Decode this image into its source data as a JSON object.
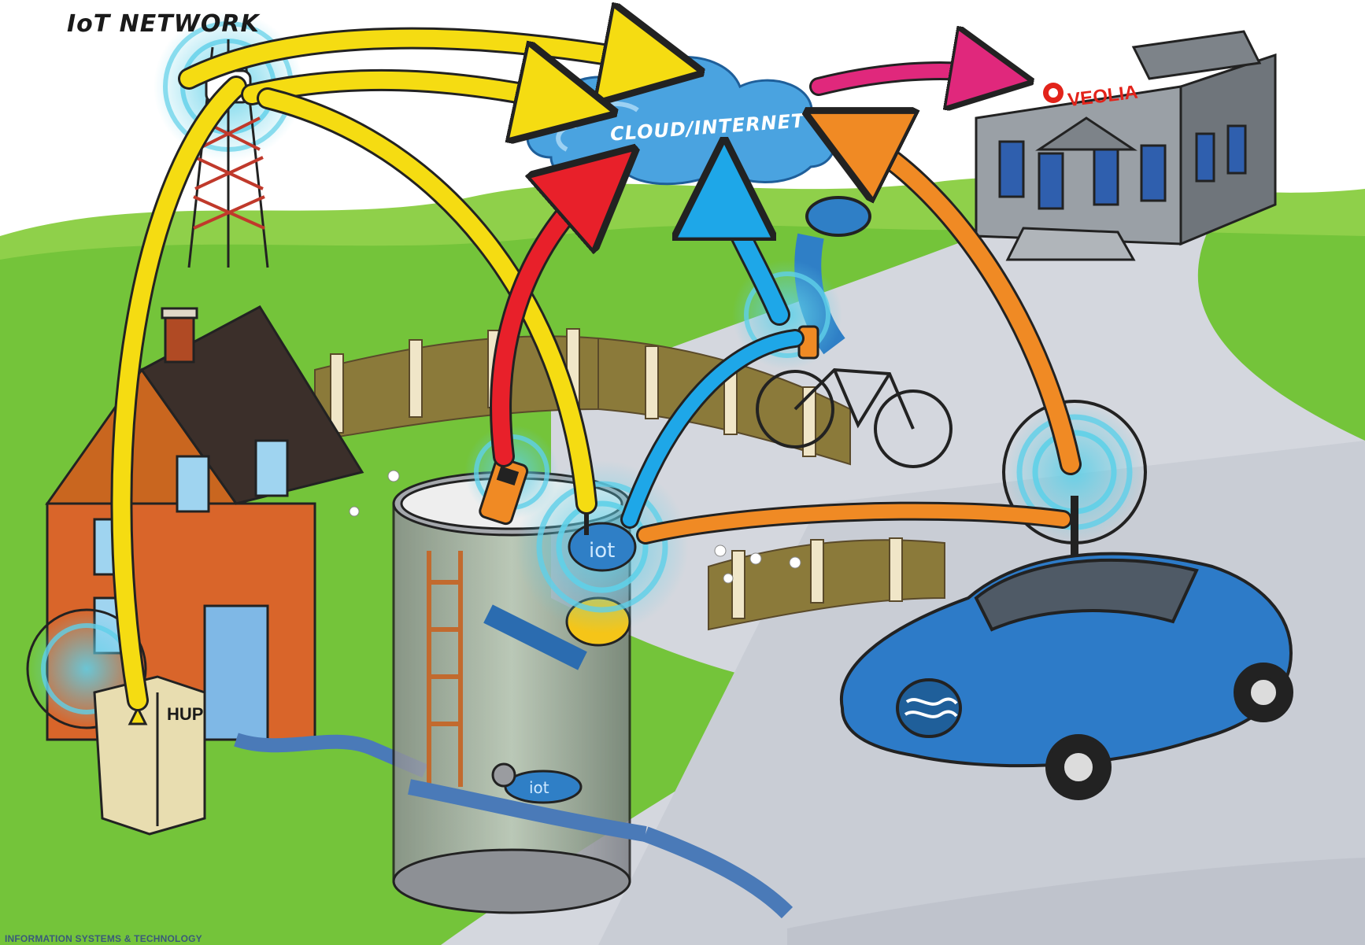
{
  "labels": {
    "iot_network": "IoT NETWORK",
    "cloud": "CLOUD/INTERNET",
    "company": "VEOLIA",
    "meter_box": "HUP",
    "device_tag": "iot",
    "footer": "INFORMATION SYSTEMS & TECHNOLOGY"
  },
  "icons": {
    "tower": "cell-tower-icon",
    "cloud": "cloud-icon",
    "building": "office-building-icon",
    "house": "house-icon",
    "car": "car-icon",
    "bike": "bicycle-icon",
    "handheld": "handheld-reader-icon",
    "meter": "water-meter-icon"
  },
  "colors": {
    "tower_to_cloud": "#f5dc12",
    "handheld_to_cloud": "#e8202a",
    "bike_to_cloud": "#1ea7e8",
    "car_to_cloud": "#f08a24",
    "cloud_to_company": "#e0287c",
    "cloud_fill": "#4aa3e0",
    "signal": "#5fd0e8",
    "grass": "#74c43a",
    "road": "#d4d7de",
    "veolia_red": "#e2231a"
  }
}
